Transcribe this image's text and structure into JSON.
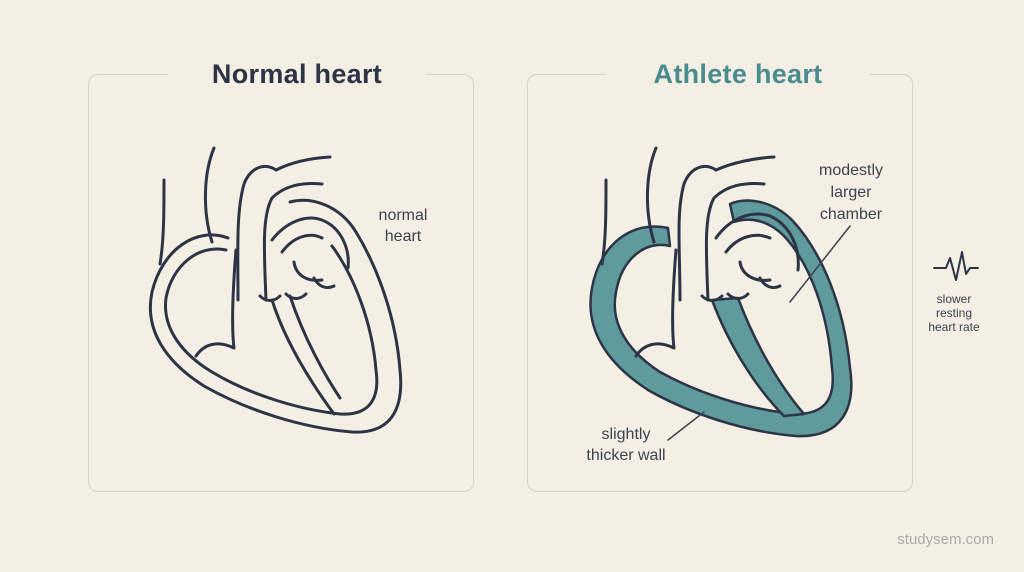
{
  "left_panel": {
    "title": "Normal heart",
    "label_lines": [
      "normal",
      "heart"
    ]
  },
  "right_panel": {
    "title": "Athlete heart",
    "chamber_label_lines": [
      "modestly",
      "larger",
      "chamber"
    ],
    "wall_label_lines": [
      "slightly",
      "thicker wall"
    ]
  },
  "side_note": {
    "icon": "heartbeat-pulse-icon",
    "lines": [
      "slower",
      "resting",
      "heart rate"
    ]
  },
  "watermark": "studysem.com",
  "colors": {
    "background": "#f4efe4",
    "outline": "#2d3446",
    "title_normal": "#2d3446",
    "title_athlete": "#4a8c8e",
    "wall_fill": "#5f9a9c",
    "panel_border": "#d9d2c3"
  }
}
